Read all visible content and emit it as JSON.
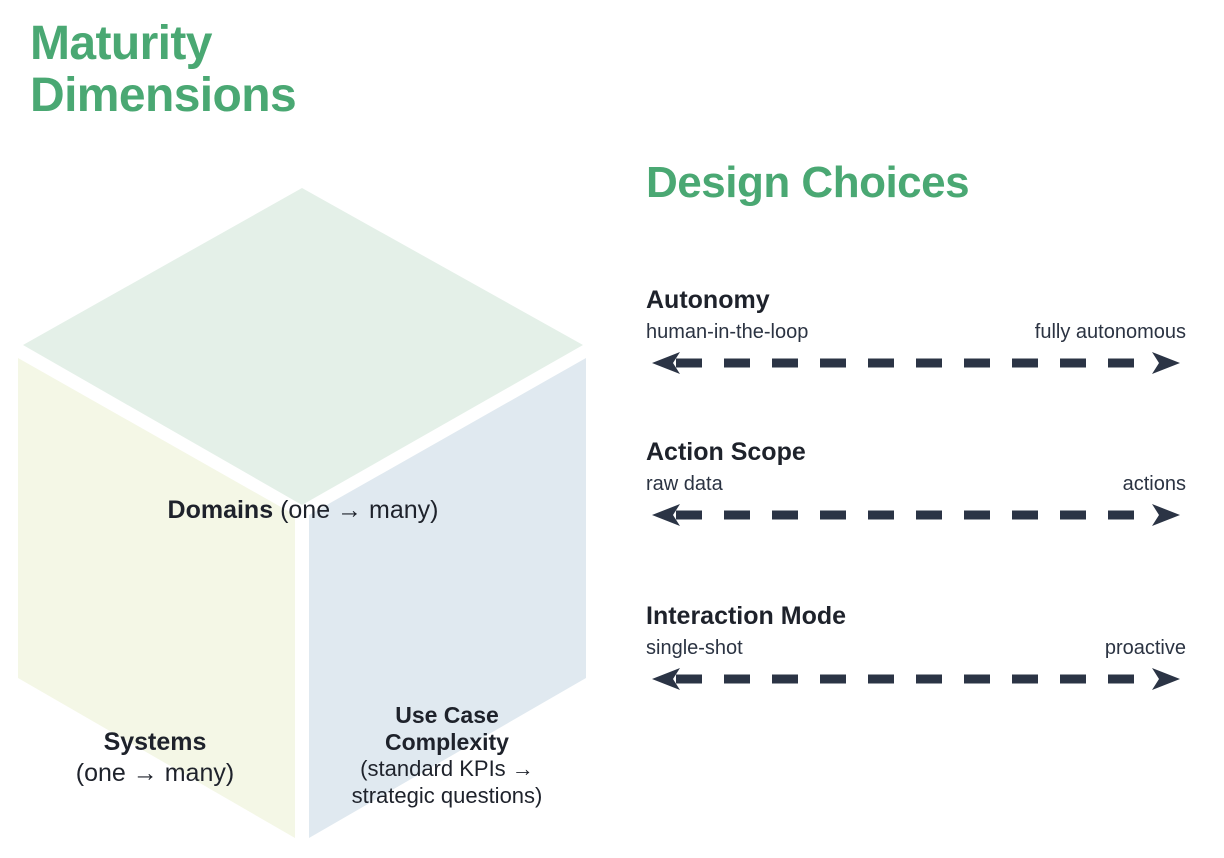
{
  "left": {
    "title": "Maturity\nDimensions",
    "cube": {
      "top_face": {
        "name": "domains-face",
        "label_strong": "Domains",
        "label_light": " (one → many)",
        "color": "#e4f0e8"
      },
      "left_face": {
        "name": "systems-face",
        "label_strong": "Systems",
        "label_light": "(one → many)",
        "color": "#f4f7e6"
      },
      "right_face": {
        "name": "use-case-complexity-face",
        "label_strong": "Use Case\nComplexity",
        "label_light": "(standard KPIs →\nstrategic questions)",
        "color": "#e0e9f0"
      }
    }
  },
  "right": {
    "title": "Design Choices",
    "axes": [
      {
        "heading": "Autonomy",
        "left_end": "human-in-the-loop",
        "right_end": "fully autonomous"
      },
      {
        "heading": "Action Scope",
        "left_end": "raw data",
        "right_end": "actions"
      },
      {
        "heading": "Interaction Mode",
        "left_end": "single-shot",
        "right_end": "proactive"
      }
    ]
  },
  "colors": {
    "accent_green": "#4aa873",
    "ink": "#1e222b",
    "arrow": "#2b3445",
    "background": "#ffffff"
  }
}
